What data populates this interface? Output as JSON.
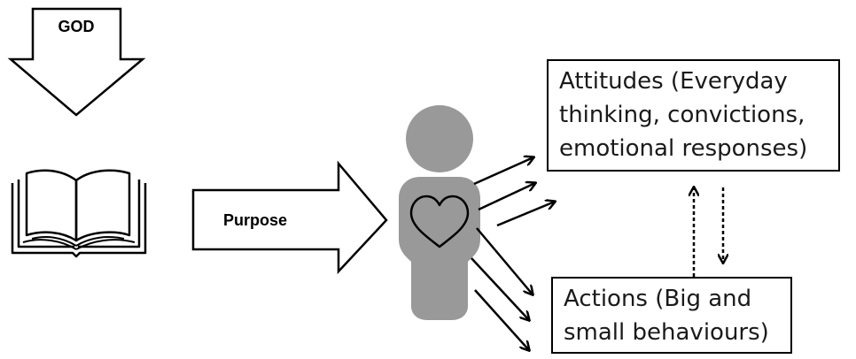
{
  "labels": {
    "god": "GOD",
    "purpose": "Purpose"
  },
  "attitudes": {
    "lines": [
      "Attitudes (Everyday",
      "thinking, convictions,",
      "emotional responses)"
    ]
  },
  "actions": {
    "lines": [
      "Actions (Big and",
      "small behaviours)"
    ]
  },
  "colors": {
    "person": "#999999",
    "stroke": "#000000",
    "background": "#ffffff"
  },
  "icons": {
    "book": "open-book-icon",
    "person": "person-icon",
    "heart": "heart-icon"
  }
}
